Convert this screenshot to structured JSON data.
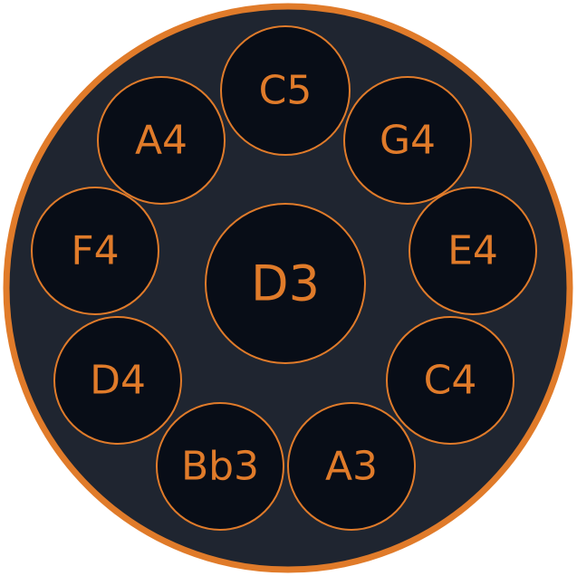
{
  "instrument": {
    "colors": {
      "accent": "#e07b2a",
      "body": "#1f2530",
      "note_fill": "#080d17"
    },
    "center_note": "D3",
    "notes": [
      "C5",
      "A4",
      "G4",
      "F4",
      "E4",
      "D4",
      "C4",
      "Bb3",
      "A3"
    ]
  }
}
